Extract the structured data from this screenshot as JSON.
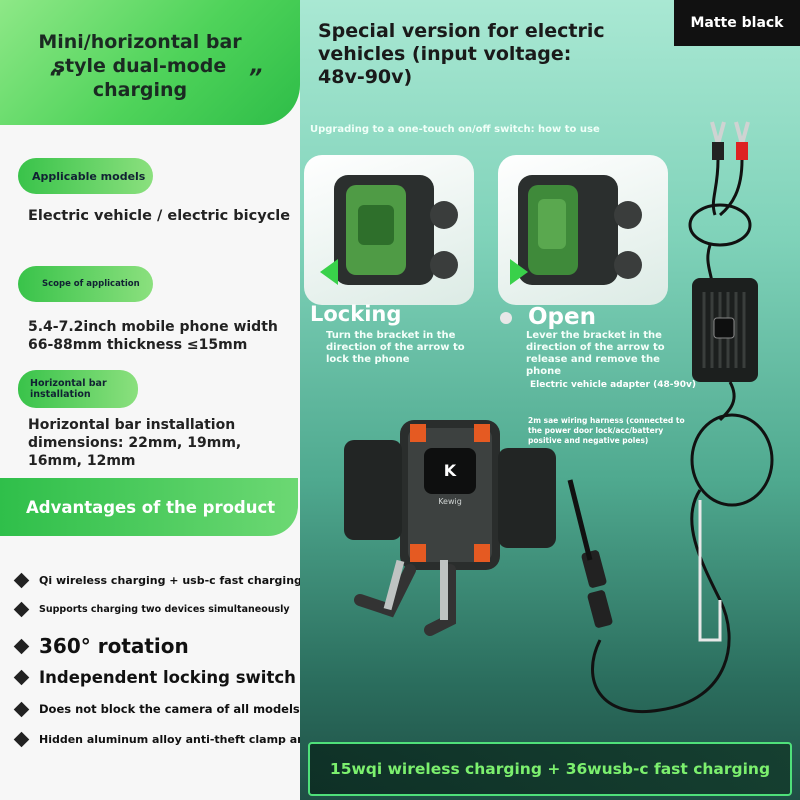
{
  "left": {
    "title": "Mini/horizontal bar style dual-mode charging",
    "quote_open": "“",
    "quote_close": "”",
    "applicable_label": "Applicable models",
    "applicable_value": "Electric vehicle / electric bicycle",
    "scope_label": "Scope of application",
    "scope_line1": "5.4-7.2inch mobile phone width",
    "scope_line2": "66-88mm thickness ≤15mm",
    "install_label": "Horizontal bar installation",
    "install_value": "Horizontal bar installation dimensions: 22mm, 19mm, 16mm, 12mm",
    "advantages_title": "Advantages of the product",
    "features": [
      "Qi wireless charging + usb-c fast charging",
      "Supports charging two devices simultaneously",
      "360° rotation",
      "Independent locking switch",
      "Does not block the camera of all models",
      "Hidden aluminum alloy anti-theft clamp arm"
    ]
  },
  "right": {
    "headline": "Special version for electric vehicles (input voltage: 48v-90v)",
    "color_badge": "Matte black",
    "upgrade_note": "Upgrading to a one-touch on/off switch: how to use",
    "locking_title": "Locking",
    "locking_desc": "Turn the bracket in the direction of the arrow to lock the phone",
    "open_title": "Open",
    "open_desc": "Lever the bracket in the direction of the arrow to release and remove the phone",
    "adapter_note": "Electric vehicle adapter (48-90v)",
    "harness_note": "2m sae wiring harness (connected to the power door lock/acc/battery positive and negative poles)",
    "brand_logo": "Kewig",
    "bottom_banner": "15wqi wireless charging + 36wusb-c fast charging"
  },
  "colors": {
    "accent_green": "#39c34a",
    "banner_text": "#7cf06e",
    "dark": "#111111"
  }
}
